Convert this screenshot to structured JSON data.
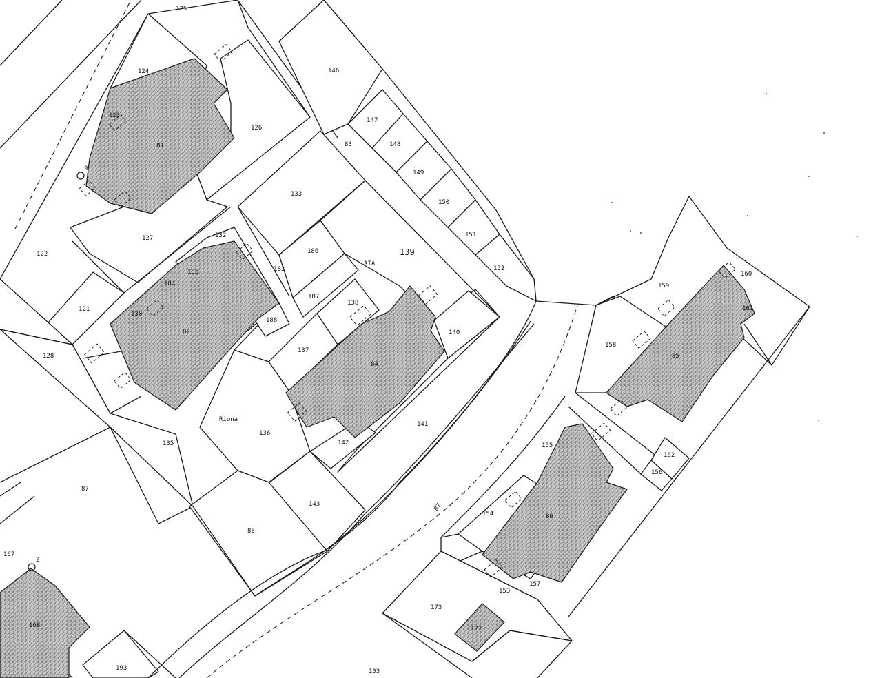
{
  "map": {
    "parcel_labels": [
      {
        "id": "125",
        "text": "125"
      },
      {
        "id": "124",
        "text": "124"
      },
      {
        "id": "123",
        "text": "123"
      },
      {
        "id": "126",
        "text": "126"
      },
      {
        "id": "81",
        "text": "81"
      },
      {
        "id": "122",
        "text": "122"
      },
      {
        "id": "127",
        "text": "127"
      },
      {
        "id": "121",
        "text": "121"
      },
      {
        "id": "128",
        "text": "128"
      },
      {
        "id": "132",
        "text": "132"
      },
      {
        "id": "185",
        "text": "185"
      },
      {
        "id": "184",
        "text": "184"
      },
      {
        "id": "130",
        "text": "130"
      },
      {
        "id": "82",
        "text": "82"
      },
      {
        "id": "183",
        "text": "183"
      },
      {
        "id": "188",
        "text": "188"
      },
      {
        "id": "133",
        "text": "133"
      },
      {
        "id": "146",
        "text": "146"
      },
      {
        "id": "147",
        "text": "147"
      },
      {
        "id": "83",
        "text": "83"
      },
      {
        "id": "148",
        "text": "148"
      },
      {
        "id": "149",
        "text": "149"
      },
      {
        "id": "150",
        "text": "150"
      },
      {
        "id": "151",
        "text": "151"
      },
      {
        "id": "152",
        "text": "152"
      },
      {
        "id": "186",
        "text": "186"
      },
      {
        "id": "139",
        "text": "139"
      },
      {
        "id": "aia",
        "text": "AIA"
      },
      {
        "id": "187",
        "text": "187"
      },
      {
        "id": "138",
        "text": "138"
      },
      {
        "id": "140",
        "text": "140"
      },
      {
        "id": "137",
        "text": "137"
      },
      {
        "id": "84",
        "text": "84"
      },
      {
        "id": "riona",
        "text": "Riona"
      },
      {
        "id": "136",
        "text": "136"
      },
      {
        "id": "141",
        "text": "141"
      },
      {
        "id": "142",
        "text": "142"
      },
      {
        "id": "135",
        "text": "135"
      },
      {
        "id": "87",
        "text": "87"
      },
      {
        "id": "143",
        "text": "143"
      },
      {
        "id": "88",
        "text": "88"
      },
      {
        "id": "87b",
        "text": "87"
      },
      {
        "id": "167",
        "text": "167"
      },
      {
        "id": "168",
        "text": "168"
      },
      {
        "id": "193",
        "text": "193"
      },
      {
        "id": "103",
        "text": "103"
      },
      {
        "id": "160",
        "text": "160"
      },
      {
        "id": "159",
        "text": "159"
      },
      {
        "id": "161",
        "text": "161"
      },
      {
        "id": "158",
        "text": "158"
      },
      {
        "id": "85",
        "text": "85"
      },
      {
        "id": "162",
        "text": "162"
      },
      {
        "id": "156",
        "text": "156"
      },
      {
        "id": "155",
        "text": "155"
      },
      {
        "id": "154",
        "text": "154"
      },
      {
        "id": "86",
        "text": "86"
      },
      {
        "id": "153",
        "text": "153"
      },
      {
        "id": "157",
        "text": "157"
      },
      {
        "id": "173",
        "text": "173"
      },
      {
        "id": "172",
        "text": "172"
      }
    ],
    "point_markers": [
      {
        "id": "p9",
        "text": "9"
      },
      {
        "id": "p2",
        "text": "2"
      }
    ],
    "colors": {
      "line": "#1a1a1a",
      "building_fill": "#b8b8b8",
      "background": "#ffffff"
    }
  }
}
